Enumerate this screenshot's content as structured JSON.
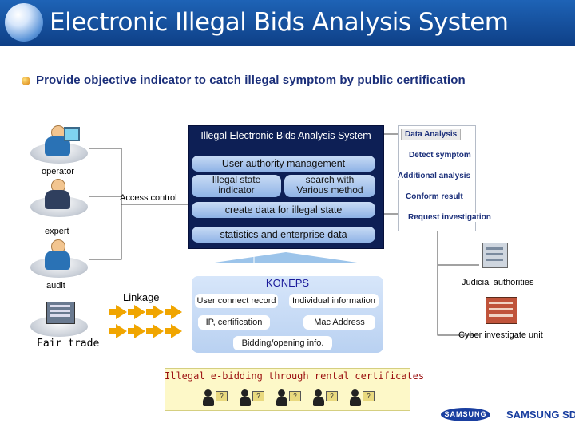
{
  "header": {
    "title": "Electronic Illegal Bids Analysis System"
  },
  "subtitle": "Provide objective indicator to catch illegal symptom by public certification",
  "actors": {
    "operator": "operator",
    "expert": "expert",
    "audit": "audit",
    "fair_trade": "Fair trade"
  },
  "labels": {
    "access_control": "Access control",
    "linkage": "Linkage"
  },
  "system": {
    "title": "Illegal Electronic Bids Analysis System",
    "user_authority": "User authority management",
    "illegal_state_indicator_line1": "Illegal state",
    "illegal_state_indicator_line2": "indicator",
    "search_line1": "search with",
    "search_line2": "Various method",
    "create_data": "create data for illegal state",
    "statistics": "statistics and enterprise data"
  },
  "flow": {
    "data_analysis": "Data Analysis",
    "detect_symptom": "Detect symptom",
    "additional_analysis": "Additional analysis",
    "conform_result": "Conform result",
    "request_investigation": "Request investigation"
  },
  "koneps": {
    "title": "KONEPS",
    "user_connect_record": "User connect record",
    "individual_information": "Individual information",
    "ip_certification": "IP, certification",
    "mac_address": "Mac Address",
    "bidding_opening": "Bidding/opening info."
  },
  "rental": {
    "label": "Illegal e-bidding through rental certificates"
  },
  "authorities": {
    "judicial": "Judicial authorities",
    "cyber": "Cyber investigate unit"
  },
  "footer": {
    "samsung": "SAMSUNG",
    "samsung_sds": "SAMSUNG SDS"
  },
  "colors": {
    "header_blue": "#1e63b6",
    "system_navy": "#0d1f55",
    "pill_blue": "#a9c6ee",
    "koneps_blue": "#c8dcf6",
    "rental_yellow": "#fdf8c8",
    "arrow_orange": "#f0a500",
    "brand_blue": "#1a3fa0"
  }
}
